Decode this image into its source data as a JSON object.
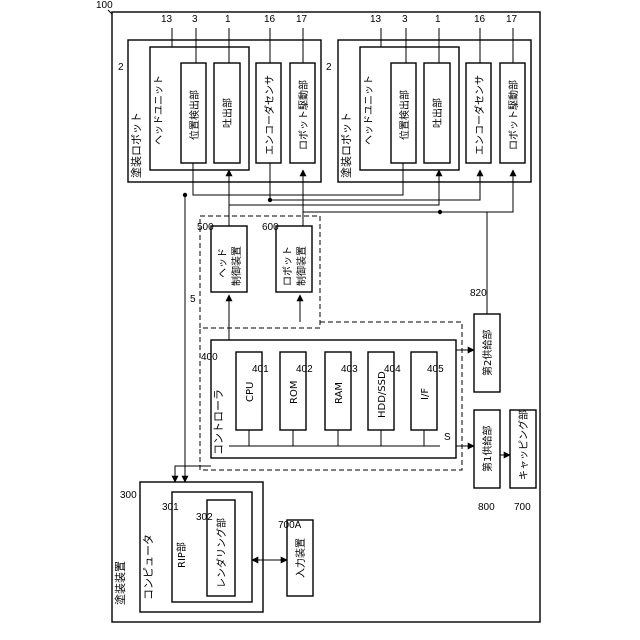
{
  "diagram": {
    "refs": {
      "system": "100",
      "robot_left": "2",
      "robot_right": "2",
      "head_unit": "13",
      "position_detector": "3",
      "ejector": "1",
      "encoder": "16",
      "robot_driver": "17",
      "head_ctrl": "500",
      "robot_ctrl": "600",
      "bus_area": "5",
      "controller": "400",
      "cpu": "401",
      "rom": "402",
      "ram": "403",
      "hdd": "404",
      "if": "405",
      "bus": "S",
      "computer": "300",
      "rip": "301",
      "render": "302",
      "input": "700A",
      "supply1": "800",
      "supply2": "820",
      "capping": "700"
    },
    "labels": {
      "system": "塗装装置",
      "robot": "塗装ロボット",
      "head_unit": "ヘッドユニット",
      "position_detector": "位置検出部",
      "ejector": "吐出部",
      "encoder": "エンコーダセンサ",
      "robot_driver": "ロボット駆動部",
      "head_ctrl": "ヘッド\n制御装置",
      "robot_ctrl": "ロボット\n制御装置",
      "controller": "コントローラ",
      "cpu": "CPU",
      "rom": "ROM",
      "ram": "RAM",
      "hdd": "HDD/SSD",
      "if": "I/F",
      "computer": "コンピュータ",
      "rip": "RIP部",
      "render": "レンダリング部",
      "input": "入力装置",
      "supply1": "第1供給部",
      "supply2": "第2供給部",
      "capping": "キャッピング部"
    }
  }
}
